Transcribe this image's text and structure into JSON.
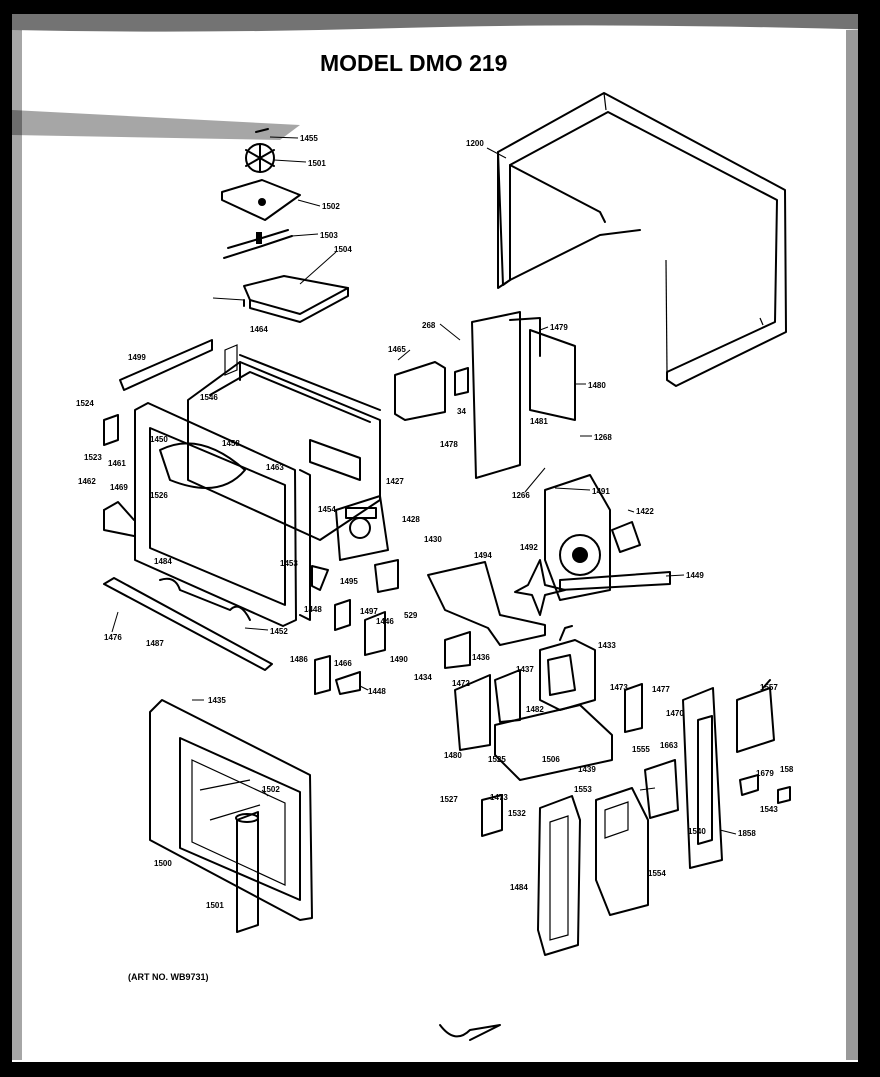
{
  "title": "MODEL DMO 219",
  "art_number": "(ART NO. WB9731)",
  "part_labels": {
    "p1455": "1455",
    "p1501": "1501",
    "p1502": "1502",
    "p1503": "1503",
    "p1504": "1504",
    "p1200": "1200",
    "p268": "268",
    "p1479": "1479",
    "p1465": "1465",
    "p1480": "1480",
    "p34": "34",
    "p1481": "1481",
    "p1478": "1478",
    "p1268": "1268",
    "p1266": "1266",
    "p1491": "1491",
    "p1422": "1422",
    "p1464": "1464",
    "p1499": "1499",
    "p1546": "1546",
    "p1524": "1524",
    "p1450": "1450",
    "p1458": "1458",
    "p1523": "1523",
    "p1461": "1461",
    "p1463": "1463",
    "p1462": "1462",
    "p1526": "1526",
    "p1469": "1469",
    "p1427": "1427",
    "p1454": "1454",
    "p1428": "1428",
    "p1430": "1430",
    "p1494": "1494",
    "p1492": "1492",
    "p1449": "1449",
    "p1484": "1484",
    "p1453": "1453",
    "p1495": "1495",
    "p1476": "1476",
    "p1487": "1487",
    "p1452": "1452",
    "p1448a": "1448",
    "p1497": "1497",
    "p1446": "1446",
    "p1490": "1490",
    "p529": "529",
    "p1486": "1486",
    "p1466": "1466",
    "p1448b": "1448",
    "p1434": "1434",
    "p1433": "1433",
    "p1436": "1436",
    "p1437": "1437",
    "p1472": "1472",
    "p1473": "1473",
    "p1477": "1477",
    "p1557": "1557",
    "p1482": "1482",
    "p1470": "1470",
    "p1480b": "1480",
    "p1525": "1525",
    "p1506": "1506",
    "p1439": "1439",
    "p1555": "1555",
    "p1663": "1663",
    "p1679": "1679",
    "p1543": "1543",
    "p158": "158",
    "p1473b": "1473",
    "p1527": "1527",
    "p1532": "1532",
    "p1858": "1858",
    "p1540": "1540",
    "p1553": "1553",
    "p1554": "1554",
    "p1484b": "1484",
    "p1435": "1435",
    "p1502b": "1502",
    "p1500": "1500",
    "p1501b": "1501"
  }
}
